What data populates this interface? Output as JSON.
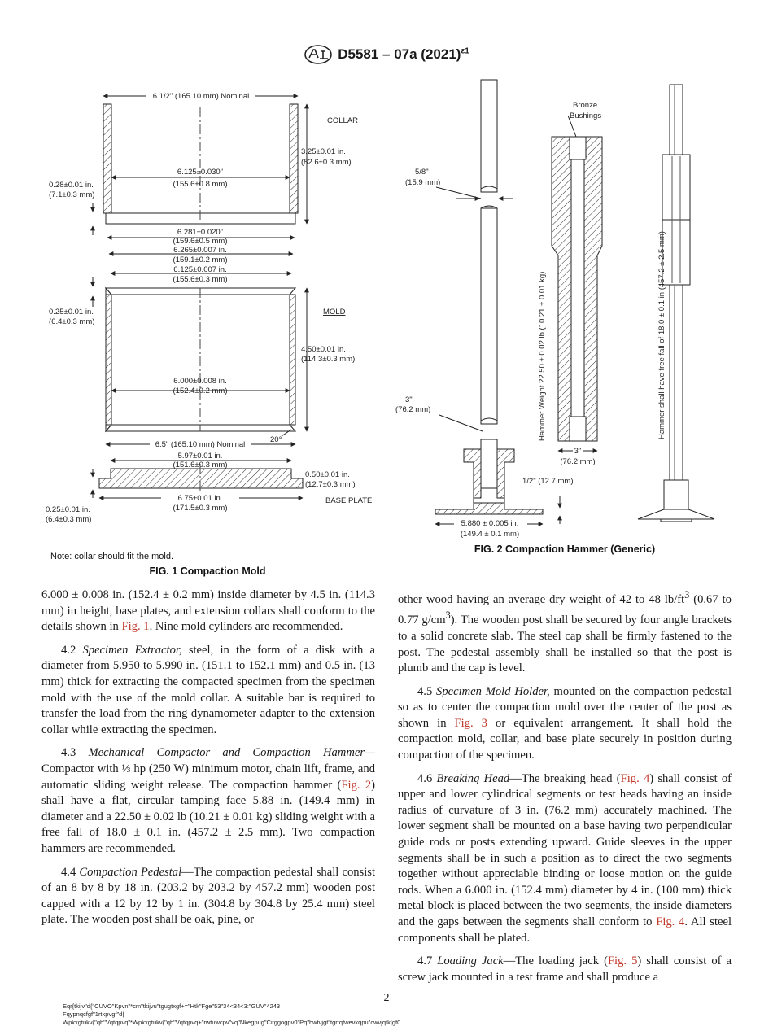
{
  "header": {
    "designation": "D5581 – 07a (2021)",
    "superscript": "ε1"
  },
  "fig1": {
    "caption": "FIG. 1 Compaction Mold",
    "note": "Note: collar should fit the mold.",
    "labels": {
      "collar": "COLLAR",
      "mold": "MOLD",
      "base_plate": "BASE PLATE"
    },
    "dims": {
      "top_nominal": "6 1/2\" (165.10 mm) Nominal",
      "collar_h1": "3.25±0.01 in.",
      "collar_h2": "(82.6±0.3 mm)",
      "collar_wall1": "0.28±0.01 in.",
      "collar_wall2": "(7.1±0.3 mm)",
      "collar_id1": "6.125±0.030\"",
      "collar_id2": "(155.6±0.8 mm)",
      "d1a": "6.281±0.020\"",
      "d1b": "(159.6±0.5 mm)",
      "d2a": "6.265±0.007 in.",
      "d2b": "(159.1±0.2 mm)",
      "d3a": "6.125±0.007 in.",
      "d3b": "(155.6±0.3 mm)",
      "mold_wall1": "0.25±0.01 in.",
      "mold_wall2": "(6.4±0.3 mm)",
      "mold_h1": "4.50±0.01 in.",
      "mold_h2": "(114.3±0.3 mm)",
      "mold_id1": "6.000±0.008 in.",
      "mold_id2": "(152.4±0.2 mm)",
      "mold_nominal": "6.5\" (165.10 mm) Nominal",
      "angle": "20°",
      "base_top1": "5.97±0.01 in.",
      "base_top2": "(151.6±0.3 mm)",
      "base_t1": "0.50±0.01 in.",
      "base_t2": "(12.7±0.3 mm)",
      "base_d1": "6.75±0.01 in.",
      "base_d2": "(171.5±0.3 mm)",
      "base_lip1": "0.25±0.01 in.",
      "base_lip2": "(6.4±0.3 mm)"
    }
  },
  "fig2": {
    "caption": "FIG. 2 Compaction Hammer (Generic)",
    "dims": {
      "rod1": "5/8\"",
      "rod2": "(15.9 mm)",
      "bronze1": "Bronze",
      "bronze2": "Bushings",
      "h1": "3\"",
      "h2": "(76.2 mm)",
      "weight": "Hammer Weight 22.50 ± 0.02 lb (10.21 ± 0.01 kg)",
      "w1": "3\"",
      "w2": "(76.2 mm)",
      "half1": "1/2\" (12.7 mm)",
      "foot1": "5.880 ± 0.005 in.",
      "foot2": "(149.4 ± 0.1 mm)",
      "fall": "Hammer shall have free fall of 18.0 ± 0.1 in (457.2 ± 2.5 mm)"
    }
  },
  "left_column": {
    "p0": "6.000 ± 0.008 in. (152.4 ± 0.2 mm) inside diameter by 4.5 in. (114.3 mm) in height, base plates, and extension collars shall conform to the details shown in ",
    "p0_ref": "Fig. 1",
    "p0_end": ". Nine mold cylinders are recommended.",
    "p1_num": "4.2 ",
    "p1_title": "Specimen Extractor,",
    "p1_body": " steel, in the form of a disk with a diameter from 5.950 to 5.990 in. (151.1 to 152.1 mm) and 0.5 in. (13 mm) thick for extracting the compacted specimen from the specimen mold with the use of the mold collar. A suitable bar is required to transfer the load from the ring dynamometer adapter to the extension collar while extracting the specimen.",
    "p2_num": "4.3 ",
    "p2_title": "Mechanical Compactor and Compaction Hammer—",
    "p2_body": "Compactor with ⅓ hp (250 W) minimum motor, chain lift, frame, and automatic sliding weight release. The compaction hammer (",
    "p2_ref": "Fig. 2",
    "p2_end": ") shall have a flat, circular tamping face 5.88 in. (149.4 mm) in diameter and a 22.50 ± 0.02 lb (10.21 ± 0.01 kg) sliding weight with a free fall of 18.0 ± 0.1 in. (457.2 ± 2.5 mm). Two compaction hammers are recommended.",
    "p3_num": "4.4 ",
    "p3_title": "Compaction Pedestal",
    "p3_body": "—The compaction pedestal shall consist of an 8 by 8 by 18 in. (203.2 by 203.2 by 457.2 mm) wooden post capped with a 12 by 12 by 1 in. (304.8 by 304.8 by 25.4 mm) steel plate. The wooden post shall be oak, pine, or"
  },
  "right_column": {
    "p0a": "other wood having an average dry weight of 42 to 48 lb/ft",
    "p0_sup": "3",
    "p0b": " (0.67 to 0.77 g/cm",
    "p0_sup2": "3",
    "p0c": "). The wooden post shall be secured by four angle brackets to a solid concrete slab. The steel cap shall be firmly fastened to the post. The pedestal assembly shall be installed so that the post is plumb and the cap is level.",
    "p1_num": "4.5 ",
    "p1_title": "Specimen Mold Holder,",
    "p1_body": " mounted on the compaction pedestal so as to center the compaction mold over the center of the post as shown in ",
    "p1_ref": "Fig. 3",
    "p1_end": " or equivalent arrangement. It shall hold the compaction mold, collar, and base plate securely in position during compaction of the specimen.",
    "p2_num": "4.6 ",
    "p2_title": "Breaking Head",
    "p2_body": "—The breaking head (",
    "p2_ref": "Fig. 4",
    "p2_mid": ") shall consist of upper and lower cylindrical segments or test heads having an inside radius of curvature of 3 in. (76.2 mm) accurately machined. The lower segment shall be mounted on a base having two perpendicular guide rods or posts extending upward. Guide sleeves in the upper segments shall be in such a position as to direct the two segments together without appreciable binding or loose motion on the guide rods. When a 6.000 in. (152.4 mm) diameter by 4 in. (100 mm) thick metal block is placed between the two segments, the inside diameters and the gaps between the segments shall conform to ",
    "p2_ref2": "Fig. 4",
    "p2_end": ". All steel components shall be plated.",
    "p3_num": "4.7 ",
    "p3_title": "Loading Jack",
    "p3_body": "—The loading jack (",
    "p3_ref": "Fig. 5",
    "p3_end": ") shall consist of a screw jack mounted in a test frame and shall produce a"
  },
  "page_number": "2",
  "footer": {
    "line1": "Eqr{tkijv\"d{\"CUVO\"Kpvn\"*cm\"tkijvu\"tgugtxgf+=\"Htk\"Fge\"53\"34<34<3:\"GUV\"4243",
    "line2": "Fqypnqcfgf\"1rtkpvgf\"d{",
    "line3": "Wpkxgtukv{\"qh\"Vqtqpvq\"*Wpkxgtukv{\"qh\"Vqtqpvq+\"rwtuwcpv\"vq\"Nkegpug\"Citggogpv0\"Pq\"hwtvjgt\"tgrtqfwevkqpu\"cwvjqtk|gf0"
  }
}
